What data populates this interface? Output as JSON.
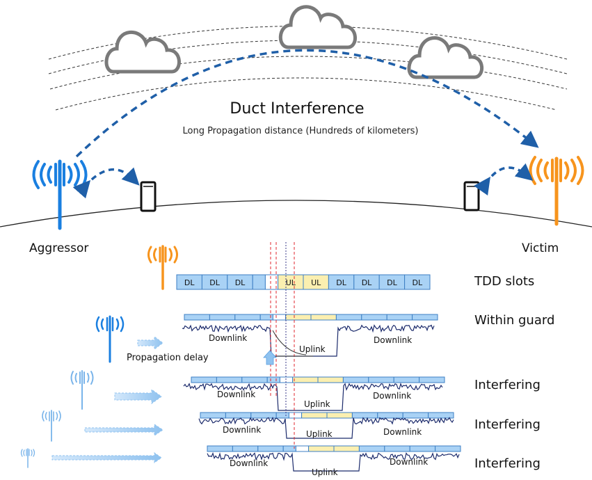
{
  "diagram": {
    "title": "Duct Interference",
    "subtitle": "Long Propagation distance (Hundreds of kilometers)",
    "aggressor_label": "Aggressor",
    "victim_label": "Victim",
    "propagation_label": "Propagation delay",
    "tdd_slots": [
      "DL",
      "DL",
      "DL",
      "",
      "UL",
      "UL",
      "DL",
      "DL",
      "DL",
      "DL"
    ],
    "rows": [
      {
        "label": "TDD slots"
      },
      {
        "label": "Within guard",
        "downlink": "Downlink",
        "downlink_right": "Downlink",
        "uplink": "Uplink"
      },
      {
        "label": "Interfering",
        "downlink": "Downlink",
        "downlink_right": "Downlink",
        "uplink": "Uplink"
      },
      {
        "label": "Interfering",
        "downlink": "Downlink",
        "downlink_right": "Downlink",
        "uplink": "Uplink"
      },
      {
        "label": "Interfering",
        "downlink": "Downlink",
        "downlink_right": "Downlink",
        "uplink": "Uplink"
      }
    ],
    "colors": {
      "aggressor": "#1a7fe0",
      "victim": "#f7941d",
      "arrow": "#1f5fa8",
      "slot_blue": "#a9d2f5",
      "slot_yellow": "#fbefb0",
      "guard_line": "#e0242c",
      "dotted_line": "#3a3a8a"
    }
  }
}
